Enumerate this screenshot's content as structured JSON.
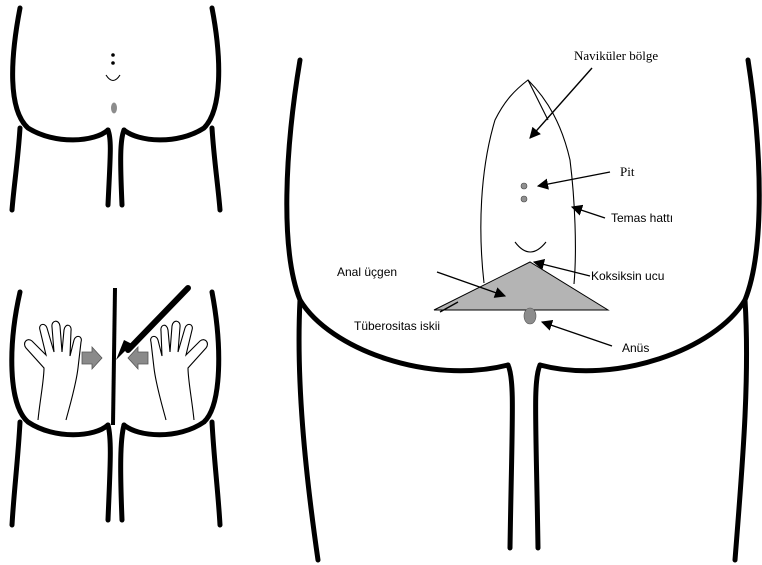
{
  "labels": {
    "navikuler": "Naviküler bölge",
    "pit": "Pit",
    "temas": "Temas hattı",
    "anal_ucgen": "Anal üçgen",
    "koksiks": "Koksiksin ucu",
    "tuberositas": "Tüberositas iskii",
    "anus": "Anüs"
  },
  "colors": {
    "line": "#000000",
    "triangle": "#b4b4b4",
    "anus": "#8c8c8c",
    "pit_dots": "#909090",
    "pressure_arrow": "#8a8a8a"
  },
  "icons": {
    "hand_left": "hand-pressing-icon",
    "hand_right": "hand-pressing-icon",
    "push_arrows": "gray-arrow-icon",
    "pointer": "black-pointer-stick-icon"
  }
}
